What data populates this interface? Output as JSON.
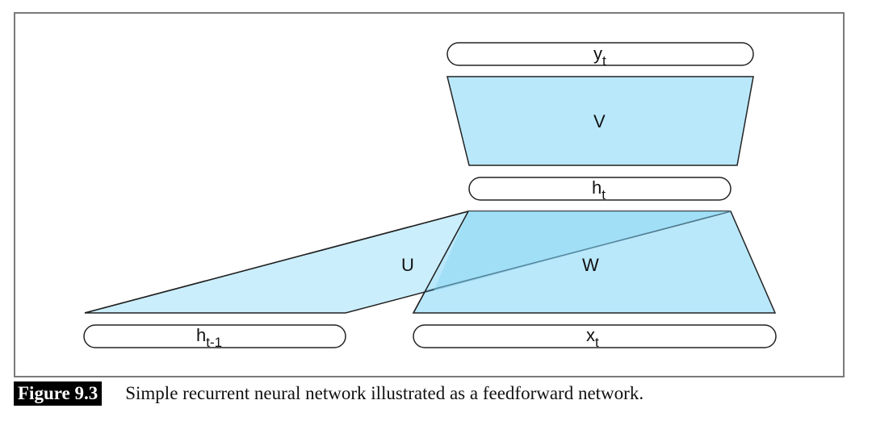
{
  "figure": {
    "label": "Figure 9.3",
    "caption": "Simple recurrent neural network illustrated as a feedforward network."
  },
  "nodes": {
    "y": {
      "base": "y",
      "sub": "t"
    },
    "h": {
      "base": "h",
      "sub": "t"
    },
    "h_prev": {
      "base": "h",
      "sub": "t-1"
    },
    "x": {
      "base": "x",
      "sub": "t"
    }
  },
  "weights": {
    "V": "V",
    "U": "U",
    "W": "W"
  },
  "colors": {
    "fill": "#b9e8fb",
    "overlap": "#9bdcf6",
    "stroke": "#222222"
  }
}
